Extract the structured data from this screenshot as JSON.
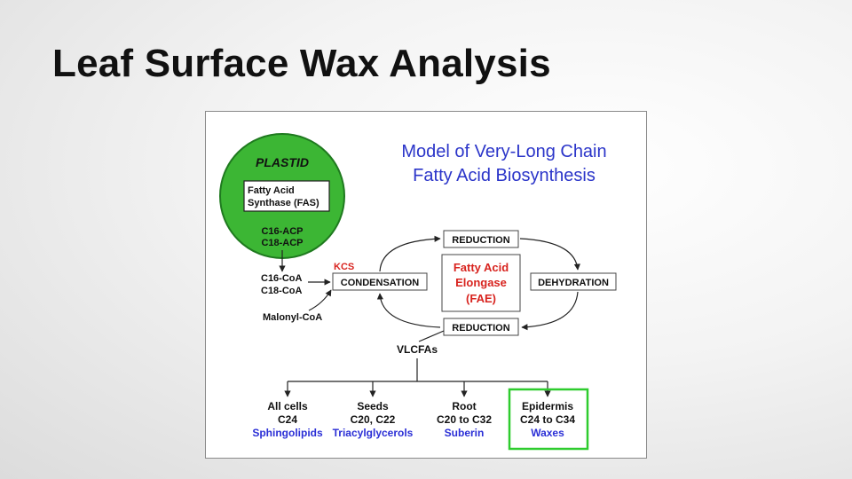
{
  "slide": {
    "title": "Leaf Surface Wax Analysis"
  },
  "diagram": {
    "title_line1": "Model of Very-Long Chain",
    "title_line2": "Fatty Acid Biosynthesis",
    "plastid": {
      "label": "PLASTID",
      "fas_line1": "Fatty Acid",
      "fas_line2": "Synthase (FAS)",
      "acp_line1": "C16-ACP",
      "acp_line2": "C18-ACP"
    },
    "coa_line1": "C16-CoA",
    "coa_line2": "C18-CoA",
    "malonyl": "Malonyl-CoA",
    "kcs": "KCS",
    "cycle": {
      "condensation": "CONDENSATION",
      "reduction_top": "REDUCTION",
      "dehydration": "DEHYDRATION",
      "reduction_bottom": "REDUCTION",
      "fae_line1": "Fatty Acid",
      "fae_line2": "Elongase",
      "fae_line3": "(FAE)"
    },
    "vlcfas": "VLCFAs",
    "outputs": [
      {
        "tissue": "All cells",
        "chain": "C24",
        "product": "Sphingolipids"
      },
      {
        "tissue": "Seeds",
        "chain": "C20, C22",
        "product": "Triacylglycerols"
      },
      {
        "tissue": "Root",
        "chain": "C20 to C32",
        "product": "Suberin"
      },
      {
        "tissue": "Epidermis",
        "chain": "C24 to C34",
        "product": "Waxes"
      }
    ],
    "colors": {
      "plastid_fill": "#3cb634",
      "title_blue": "#2b35c9",
      "product_blue": "#2b2fd6",
      "fae_red": "#d8241f",
      "highlight_green": "#2ecc2e"
    }
  }
}
